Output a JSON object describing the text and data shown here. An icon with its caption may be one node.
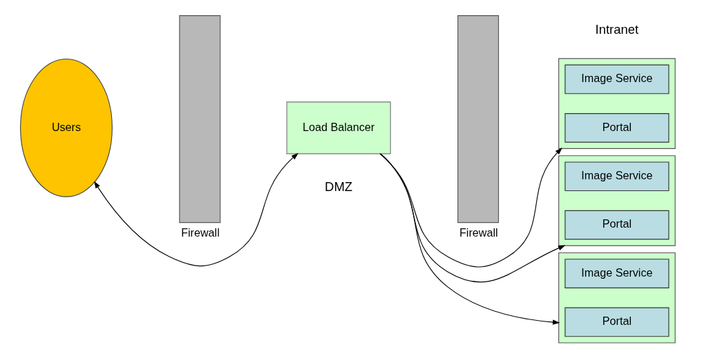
{
  "diagram": {
    "nodes": [
      {
        "text": [
          "Users"
        ]
      },
      {
        "text": [
          "Firewall"
        ]
      },
      {
        "text": [
          "Load Balancer"
        ]
      },
      {
        "text": [
          "Firewall"
        ]
      },
      {
        "text": [],
        "shape": "box"
      },
      {
        "text": [
          "Portal"
        ],
        "in": 4
      },
      {
        "text": [
          "Image Service"
        ],
        "in": 4
      },
      {
        "text": [],
        "shape": "box"
      },
      {
        "text": [
          "Portal"
        ],
        "in": 7
      },
      {
        "text": [
          "Image Service"
        ],
        "in": 7
      },
      {
        "text": [],
        "shape": "box"
      },
      {
        "text": [
          "Portal"
        ],
        "in": 10
      },
      {
        "text": [
          "Image Service"
        ],
        "in": 10
      }
    ],
    "edges": [
      {
        "from": 0,
        "to": 2,
        "arrow": "both"
      },
      {
        "from": 2,
        "to": 4,
        "arrow": "to"
      },
      {
        "from": 2,
        "to": 7,
        "arrow": "to"
      },
      {
        "from": 2,
        "to": 10,
        "arrow": "to"
      }
    ],
    "labels": [
      "DMZ",
      "Intranet"
    ]
  }
}
